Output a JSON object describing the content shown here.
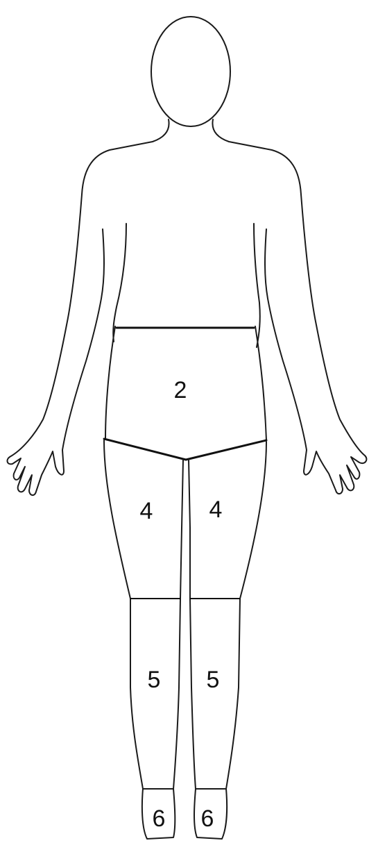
{
  "colors": {
    "background": "#ffffff",
    "outline": "#1a1a1a",
    "zone_line": "#111111",
    "label": "#111111"
  },
  "zones": [
    {
      "id": "zone-2-pelvis",
      "label": "2"
    },
    {
      "id": "zone-4-left-thigh",
      "label": "4"
    },
    {
      "id": "zone-4-right-thigh",
      "label": "4"
    },
    {
      "id": "zone-5-left-lower-leg",
      "label": "5"
    },
    {
      "id": "zone-5-right-lower-leg",
      "label": "5"
    },
    {
      "id": "zone-6-left-foot",
      "label": "6"
    },
    {
      "id": "zone-6-right-foot",
      "label": "6"
    }
  ]
}
